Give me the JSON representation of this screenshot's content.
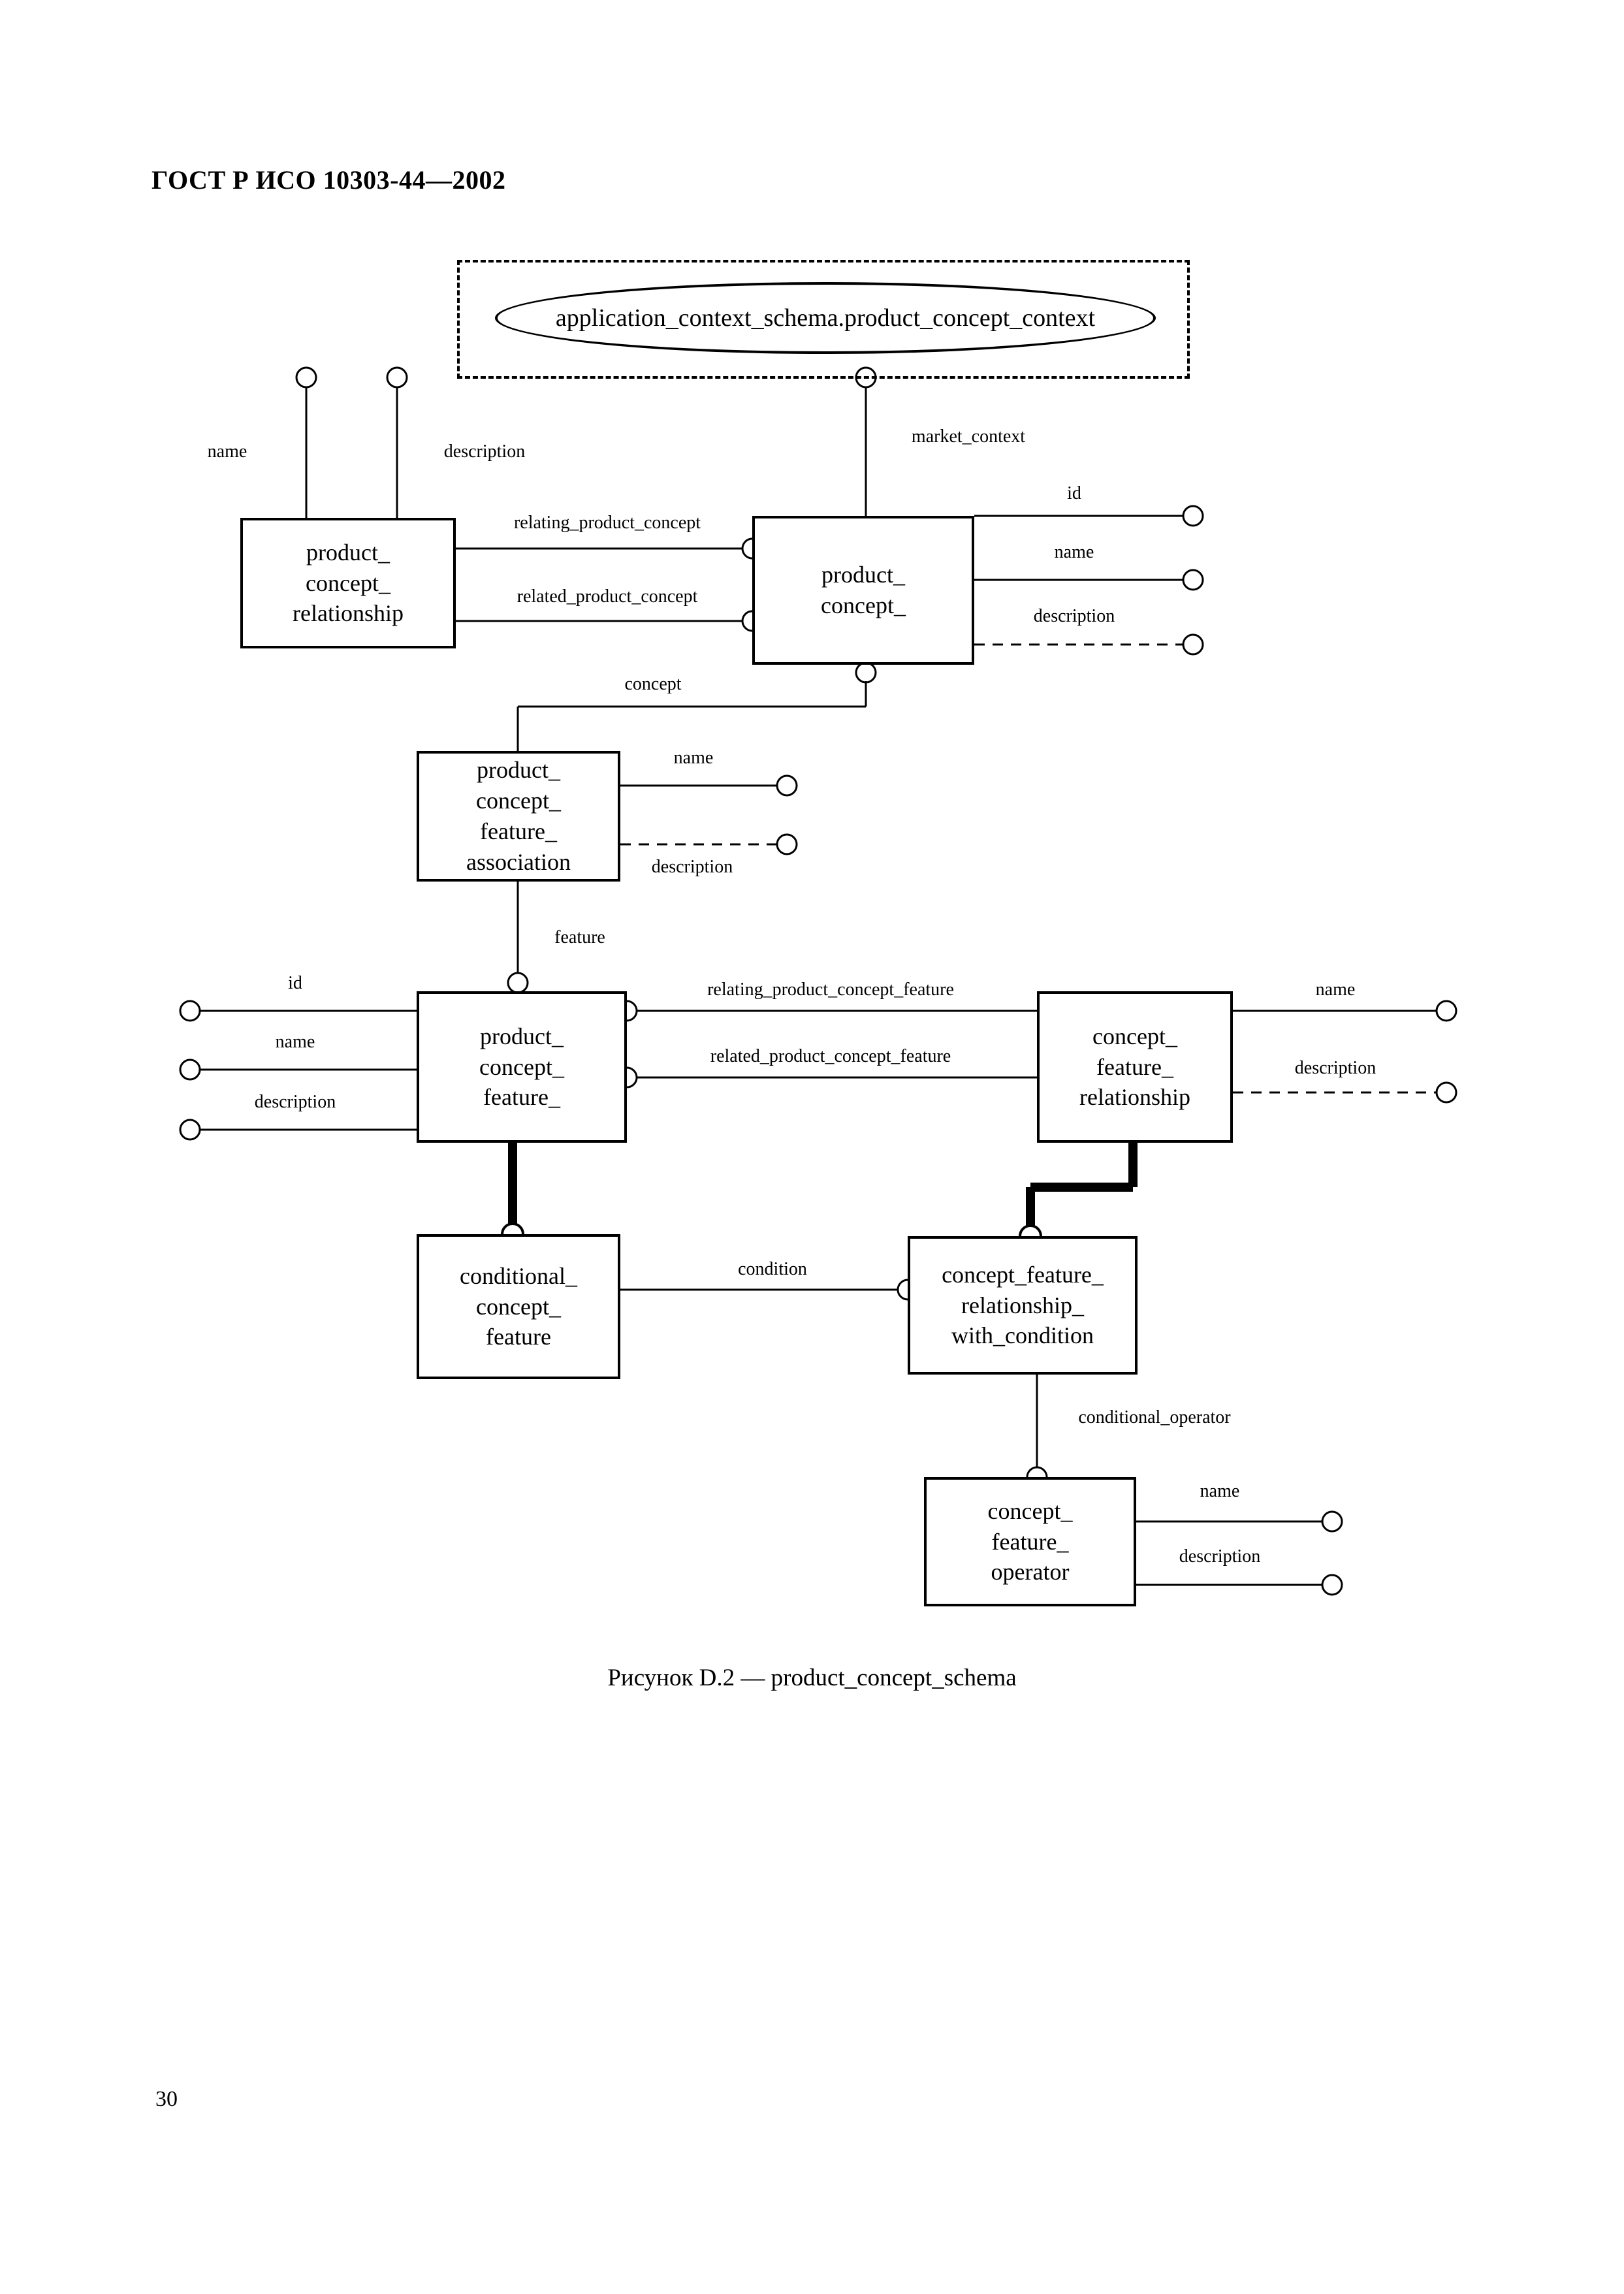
{
  "document": {
    "header": "ГОСТ Р ИСО 10303-44—2002",
    "page_number": "30",
    "figure_caption": "Рисунок D.2 — product_concept_schema"
  },
  "diagram": {
    "schema_reference": {
      "label": "application_context_schema.product_concept_context"
    },
    "entities": [
      {
        "id": "product_concept_relationship",
        "lines": [
          "product_",
          "concept_",
          "relationship"
        ]
      },
      {
        "id": "product_concept",
        "lines": [
          "product_",
          "concept_"
        ]
      },
      {
        "id": "product_concept_feature_association",
        "lines": [
          "product_",
          "concept_",
          "feature_",
          "association"
        ]
      },
      {
        "id": "product_concept_feature",
        "lines": [
          "product_",
          "concept_",
          "feature_"
        ]
      },
      {
        "id": "concept_feature_relationship",
        "lines": [
          "concept_",
          "feature_",
          "relationship"
        ]
      },
      {
        "id": "conditional_concept_feature",
        "lines": [
          "conditional_",
          "concept_",
          "feature"
        ]
      },
      {
        "id": "concept_feature_relationship_with_condition",
        "lines": [
          "concept_feature_",
          "relationship_",
          "with_condition"
        ]
      },
      {
        "id": "concept_feature_operator",
        "lines": [
          "concept_",
          "feature_",
          "operator"
        ]
      }
    ],
    "labels": {
      "pcr_name": "name",
      "pcr_description": "description",
      "market_context": "market_context",
      "relating_product_concept": "relating_product_concept",
      "related_product_concept": "related_product_concept",
      "pc_id": "id",
      "pc_name": "name",
      "pc_description": "description",
      "concept": "concept",
      "pcfa_name": "name",
      "pcfa_description": "description",
      "feature": "feature",
      "pcf_id": "id",
      "pcf_name": "name",
      "pcf_description": "description",
      "relating_product_concept_feature": "relating_product_concept_feature",
      "related_product_concept_feature": "related_product_concept_feature",
      "cfr_name": "name",
      "cfr_description": "description",
      "condition": "condition",
      "conditional_operator": "conditional_operator",
      "cfo_name": "name",
      "cfo_description": "description"
    }
  }
}
